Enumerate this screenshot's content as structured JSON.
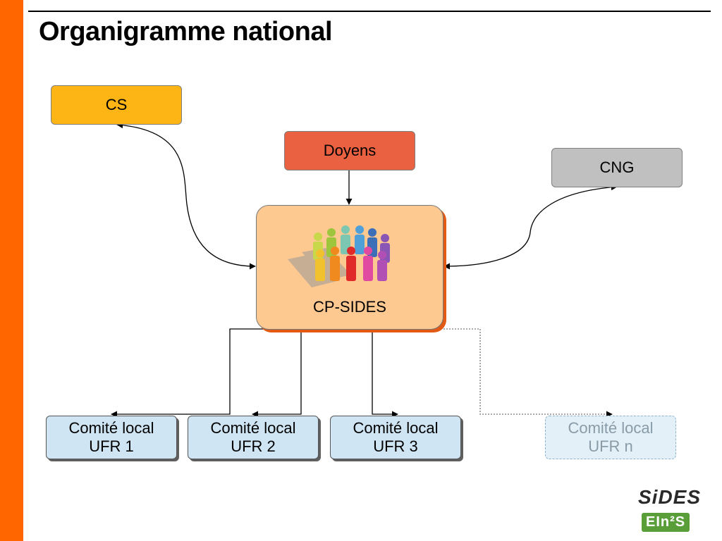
{
  "title": "Organigramme national",
  "colors": {
    "side_bar": "#ff6600",
    "cs_fill": "#fdb515",
    "doyens_fill": "#e96140",
    "cng_fill": "#c0c0c0",
    "cp_fill": "#fec891",
    "local_fill": "#cfe5f3",
    "local_ghost_text": "#8a9ba8"
  },
  "nodes": {
    "cs": "CS",
    "doyens": "Doyens",
    "cng": "CNG",
    "cp": "CP-SIDES"
  },
  "local_committees": [
    {
      "line1": "Comité local",
      "line2": "UFR 1"
    },
    {
      "line1": "Comité local",
      "line2": "UFR 2"
    },
    {
      "line1": "Comité local",
      "line2": "UFR 3"
    },
    {
      "line1": "Comité local",
      "line2": "UFR n"
    }
  ],
  "logo": {
    "top": "SiDES",
    "bottom": "EIn²S"
  }
}
